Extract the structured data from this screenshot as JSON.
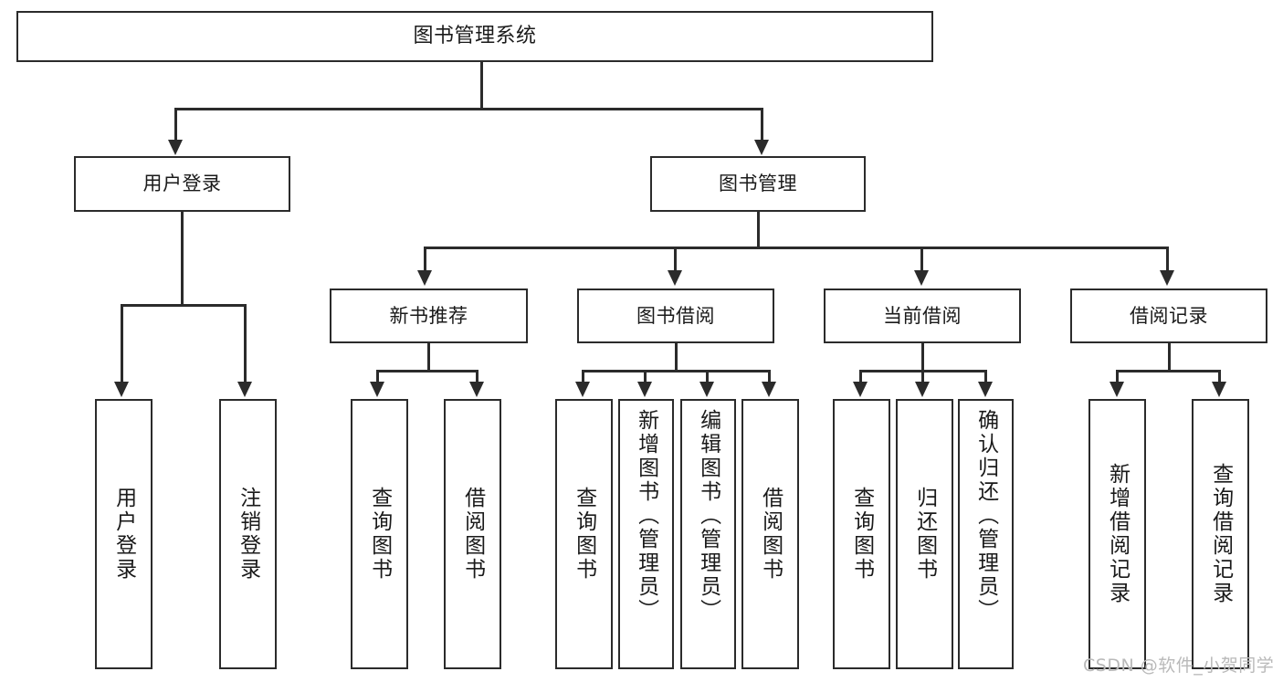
{
  "diagram": {
    "title": "图书管理系统",
    "watermark": "CSDN @软件_小贺同学",
    "root": {
      "label": "图书管理系统"
    },
    "level2": [
      {
        "label": "用户登录"
      },
      {
        "label": "图书管理"
      }
    ],
    "level3": [
      {
        "label": "新书推荐"
      },
      {
        "label": "图书借阅"
      },
      {
        "label": "当前借阅"
      },
      {
        "label": "借阅记录"
      }
    ],
    "leaves": {
      "user_login": [
        {
          "label": "用户登录"
        },
        {
          "label": "注销登录"
        }
      ],
      "new_book": [
        {
          "label": "查询图书"
        },
        {
          "label": "借阅图书"
        }
      ],
      "book_borrow": [
        {
          "label": "查询图书"
        },
        {
          "label": "新增图书（管理员）"
        },
        {
          "label": "编辑图书（管理员）"
        },
        {
          "label": "借阅图书"
        }
      ],
      "current_borrow": [
        {
          "label": "查询图书"
        },
        {
          "label": "归还图书"
        },
        {
          "label": "确认归还（管理员）"
        }
      ],
      "borrow_record": [
        {
          "label": "新增借阅记录"
        },
        {
          "label": "查询借阅记录"
        }
      ]
    },
    "colors": {
      "line": "#2b2b2b",
      "box_fill": "#ffffff",
      "text": "#1a1a1a",
      "watermark": "#b9b9b9"
    }
  }
}
